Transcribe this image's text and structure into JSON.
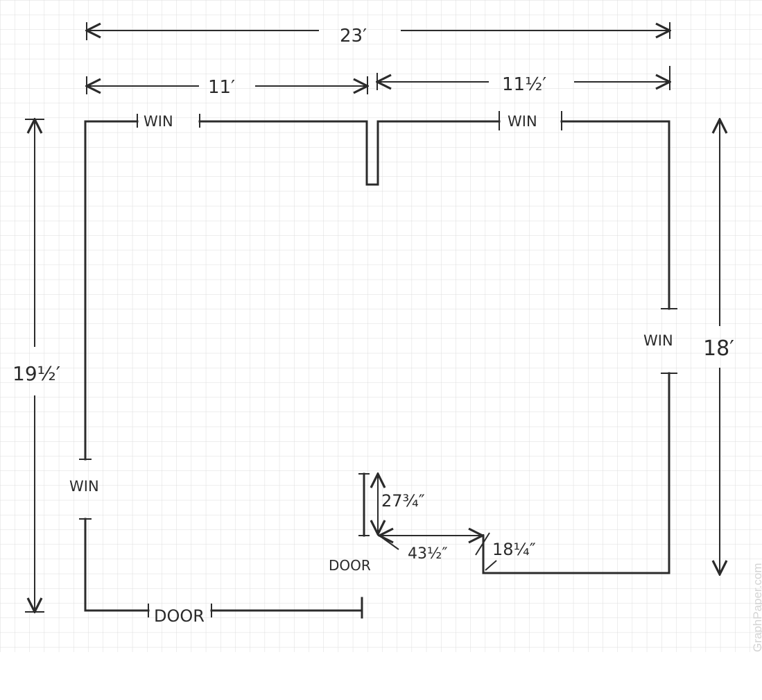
{
  "dimensions": {
    "top_total": "23′",
    "top_left": "11′",
    "top_right": "11½′",
    "left_height": "19½′",
    "right_height": "18′"
  },
  "openings": {
    "top_left_window": "WIN",
    "top_right_window": "WIN",
    "right_window": "WIN",
    "left_window": "WIN",
    "bottom_door": "DOOR",
    "inner_door": "DOOR"
  },
  "inner_dimensions": {
    "depth": "27¾″",
    "width": "43½″",
    "step": "18¼″"
  },
  "watermark": "GraphPaper.com"
}
